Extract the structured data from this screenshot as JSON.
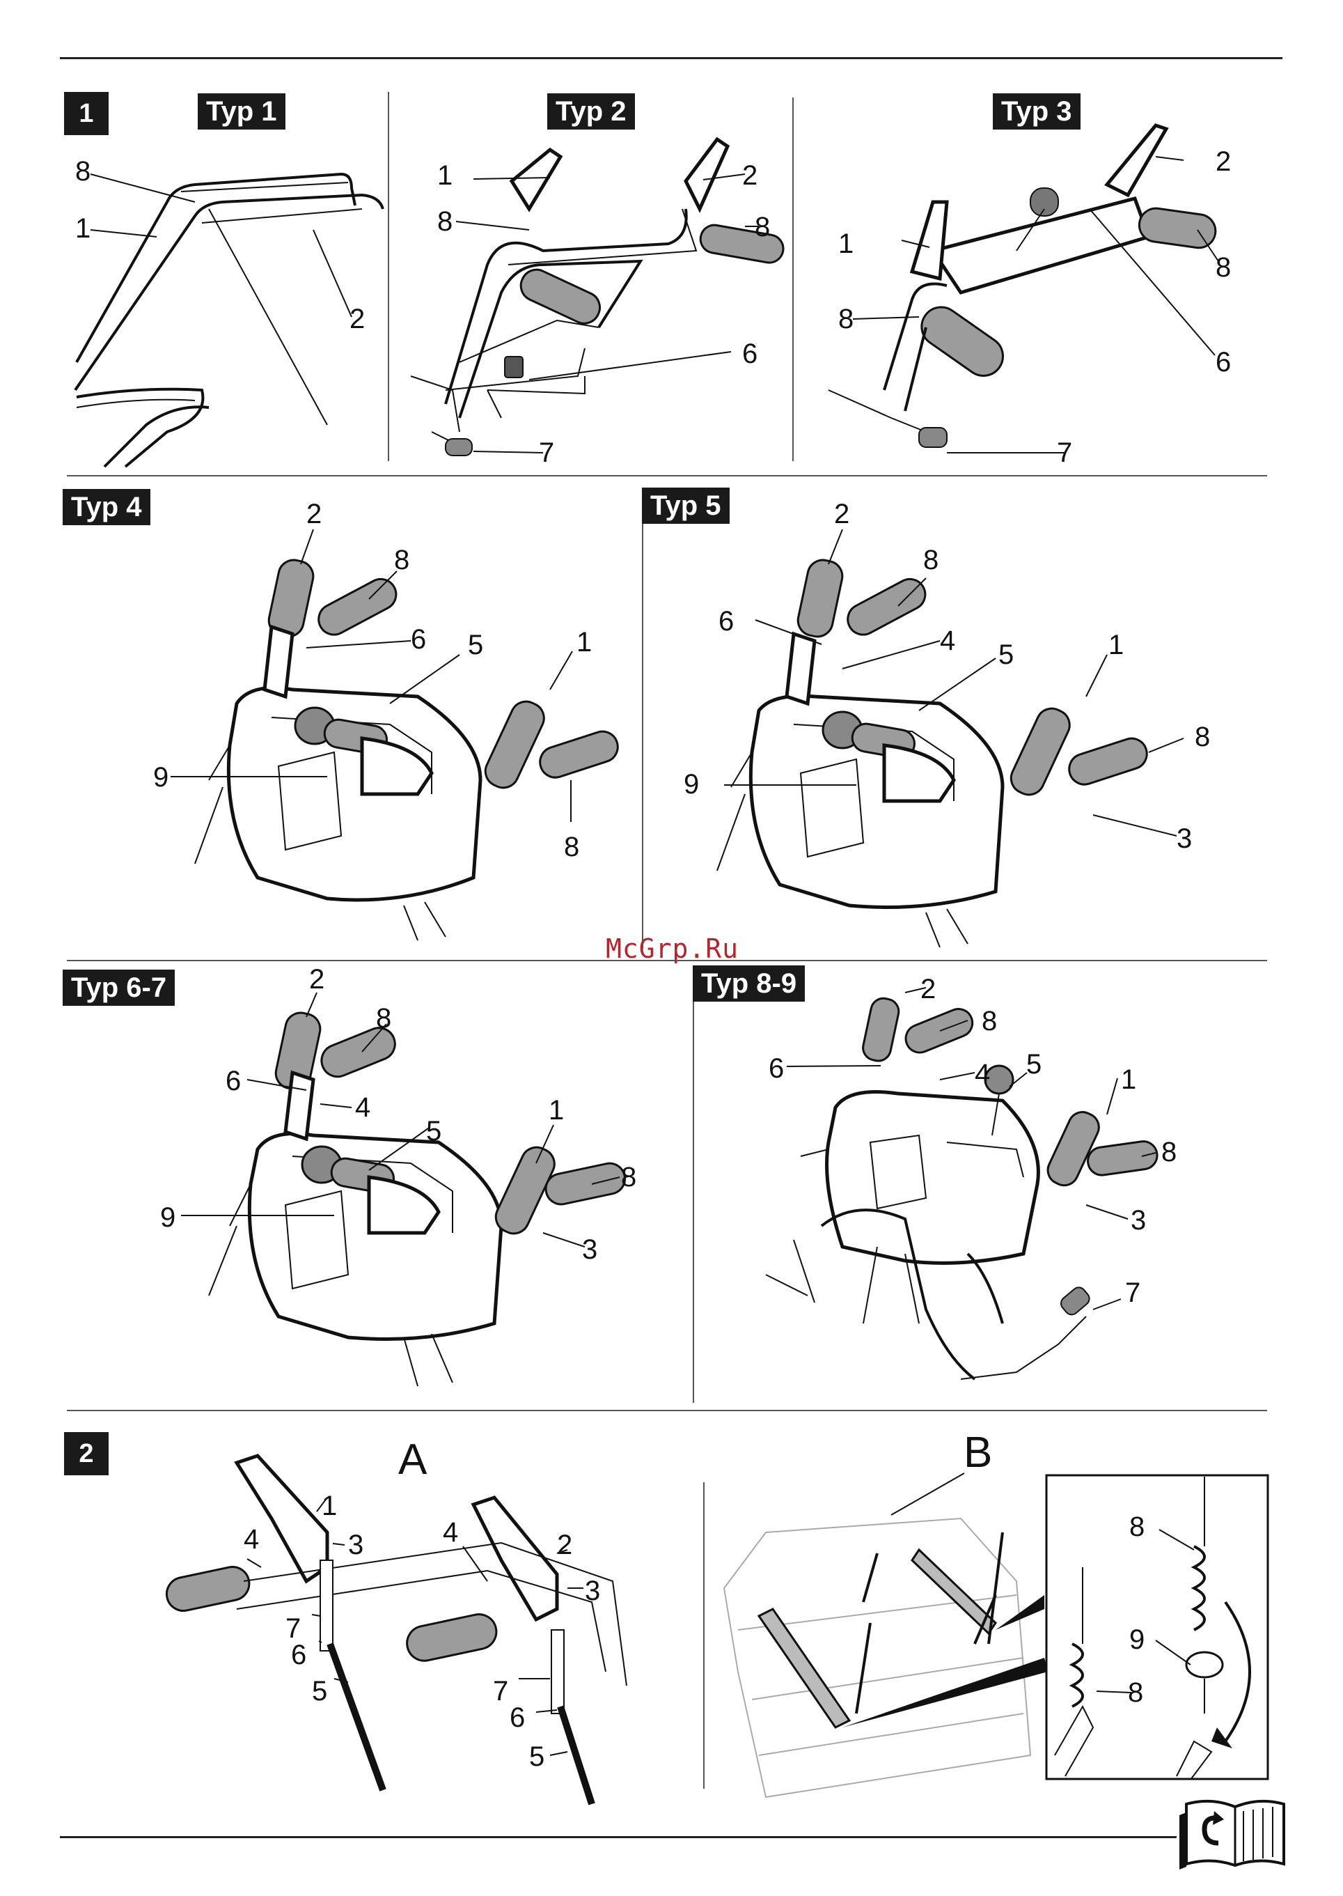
{
  "figure1": {
    "number": "1",
    "types": [
      "Typ 1",
      "Typ 2",
      "Typ 3",
      "Typ 4",
      "Typ 5",
      "Typ 6-7",
      "Typ 8-9"
    ]
  },
  "figure2": {
    "number": "2",
    "panel_a": "A",
    "panel_b": "B"
  },
  "watermark": "McGrp.Ru",
  "icons": {
    "manual": "open-book-return-icon"
  },
  "labels": {
    "typ1": [
      "8",
      "1",
      "2"
    ],
    "typ2": [
      "1",
      "2",
      "8",
      "8",
      "6",
      "7"
    ],
    "typ3": [
      "2",
      "1",
      "8",
      "8",
      "6",
      "7"
    ],
    "typ4": [
      "2",
      "8",
      "6",
      "5",
      "1",
      "9",
      "8"
    ],
    "typ5": [
      "2",
      "8",
      "6",
      "4",
      "5",
      "1",
      "8",
      "9",
      "3"
    ],
    "typ67": [
      "2",
      "8",
      "6",
      "4",
      "5",
      "1",
      "8",
      "9",
      "3"
    ],
    "typ89": [
      "2",
      "8",
      "6",
      "4",
      "5",
      "1",
      "8",
      "3",
      "7"
    ],
    "fig2a": [
      "1",
      "3",
      "4",
      "7",
      "6",
      "5",
      "4",
      "2",
      "3",
      "7",
      "6",
      "5"
    ],
    "fig2b": [
      "8",
      "9",
      "8"
    ]
  }
}
